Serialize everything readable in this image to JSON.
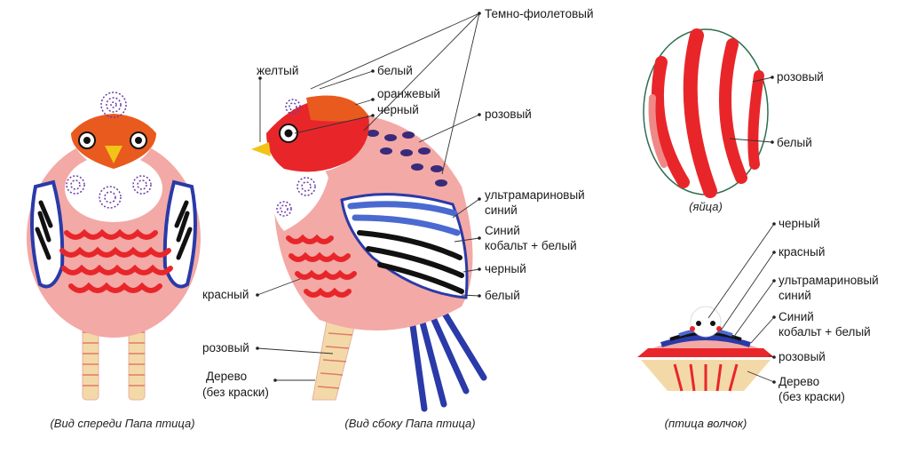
{
  "colors": {
    "pink": "#f3a9a6",
    "red": "#e8262a",
    "orange": "#e95a1e",
    "yellow": "#f2c418",
    "purple": "#3a2a7a",
    "ultramarine": "#2a3aa8",
    "cobalt": "#4a6ad0",
    "black": "#111111",
    "wood": "#f4d9a8"
  },
  "front_bird": {
    "caption": "(Вид спереди Папа птица)"
  },
  "side_bird": {
    "caption": "(Вид сбоку Папа птица)",
    "labels": {
      "dark_violet": "Темно-фиолетовый",
      "yellow": "желтый",
      "white_head": "белый",
      "orange": "оранжевый",
      "black_eye": "черный",
      "pink_back": "розовый",
      "ultramarine_1": "ультрамариновый",
      "ultramarine_2": "синий",
      "cobalt_1": "Синий",
      "cobalt_2": "кобальт + белый",
      "black_wing": "черный",
      "white_wing": "белый",
      "red": "красный",
      "pink_leg": "розовый",
      "wood_1": "Дерево",
      "wood_2": "(без краски)"
    }
  },
  "egg": {
    "caption": "(яйца)",
    "labels": {
      "pink": "розовый",
      "white": "белый"
    }
  },
  "top": {
    "caption": "(птица волчок)",
    "labels": {
      "black": "черный",
      "red": "красный",
      "ultramarine_1": "ультрамариновый",
      "ultramarine_2": "синий",
      "cobalt_1": "Синий",
      "cobalt_2": "кобальт + белый",
      "pink": "розовый",
      "wood_1": "Дерево",
      "wood_2": "(без краски)"
    }
  }
}
